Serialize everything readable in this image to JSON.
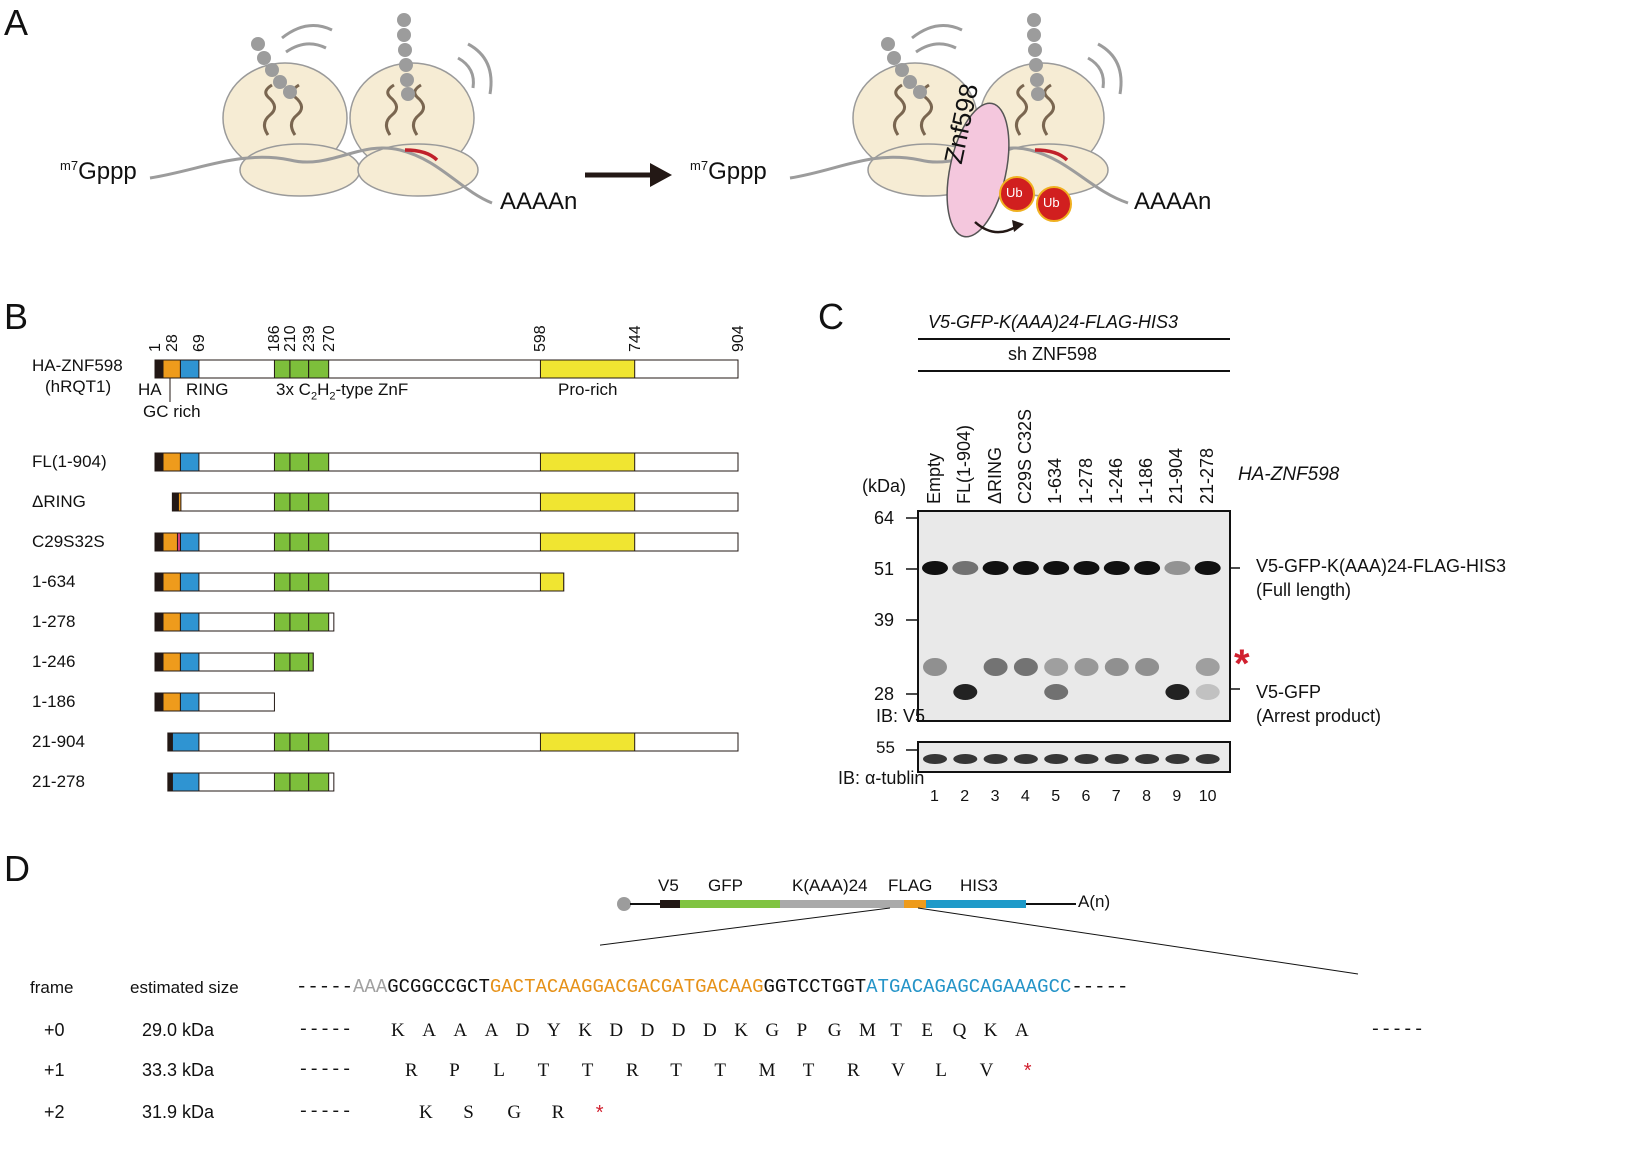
{
  "panel_labels": {
    "a": "A",
    "b": "B",
    "c": "C",
    "d": "D"
  },
  "panelA": {
    "cap": "m7",
    "cap_tail": "Gppp",
    "polyA": "AAAAn",
    "factor": "Znf598",
    "ub": "Ub"
  },
  "panelB": {
    "title_line1": "HA-ZNF598",
    "title_line2": "(hRQT1)",
    "positions": [
      "1",
      "28",
      "69",
      "186",
      "210",
      "239",
      "270",
      "598",
      "744",
      "904"
    ],
    "domain_HA": "HA",
    "domain_RING": "RING",
    "domain_GC": "GC rich",
    "domain_ZnF_pre": "3x C",
    "domain_ZnF_sub1": "2",
    "domain_ZnF_mid": "H",
    "domain_ZnF_sub2": "2",
    "domain_ZnF_post": "-type ZnF",
    "domain_Pro": "Pro-rich",
    "constructs": [
      "FL(1-904)",
      "ΔRING",
      "C29S32S",
      "1-634",
      "1-278",
      "1-246",
      "1-186",
      "21-904",
      "21-278"
    ]
  },
  "panelC": {
    "top_label": "V5-GFP-K(AAA)24-FLAG-HIS3",
    "sh_label": "sh ZNF598",
    "lanes": [
      "Empty",
      "FL(1-904)",
      "ΔRING",
      "C29S C32S",
      "1-634",
      "1-278",
      "1-246",
      "1-186",
      "21-904",
      "21-278"
    ],
    "ha_label": "HA-ZNF598",
    "kda": "(kDa)",
    "markers": [
      "64",
      "51",
      "39",
      "28"
    ],
    "marker55": "55",
    "ib_v5": "IB: V5",
    "ib_tub": "IB: α-tublin",
    "full_length_line1": "V5-GFP-K(AAA)24-FLAG-HIS3",
    "full_length_line2": "(Full length)",
    "arrest_line1": "V5-GFP",
    "arrest_line2": "(Arrest product)",
    "asterisk": "*",
    "lane_numbers": [
      "1",
      "2",
      "3",
      "4",
      "5",
      "6",
      "7",
      "8",
      "9",
      "10"
    ]
  },
  "panelD": {
    "segments": [
      "V5",
      "GFP",
      "K(AAA)24",
      "FLAG",
      "HIS3"
    ],
    "polyA": "A(n)",
    "frame_header": "frame",
    "size_header": "estimated size",
    "dash": "-----",
    "seq_gray": "AAA",
    "seq_black1": "GCGGCCGCT",
    "seq_orange": "GACTACAAGGACGACGATGACAAG",
    "seq_black2": "GGTCCTGGT",
    "seq_blue": "ATGACAGAGCAGAAAGCC",
    "frames": [
      {
        "frame": "+0",
        "size": "29.0 kDa",
        "residues": [
          "K",
          "A",
          "A",
          "A",
          "D",
          "Y",
          "K",
          "D",
          "D",
          "D",
          "D",
          "K",
          "G",
          "P",
          "G",
          "M",
          "T",
          "E",
          "Q",
          "K",
          "A"
        ],
        "stop": ""
      },
      {
        "frame": "+1",
        "size": "33.3 kDa",
        "residues": [
          "R",
          "P",
          "L",
          "T",
          "T",
          "R",
          "T",
          "T",
          "M",
          "T",
          "R",
          "V",
          "L",
          "V"
        ],
        "stop": "*"
      },
      {
        "frame": "+2",
        "size": "31.9 kDa",
        "residues": [
          "K",
          "S",
          "G",
          "R"
        ],
        "stop": "*"
      }
    ]
  }
}
